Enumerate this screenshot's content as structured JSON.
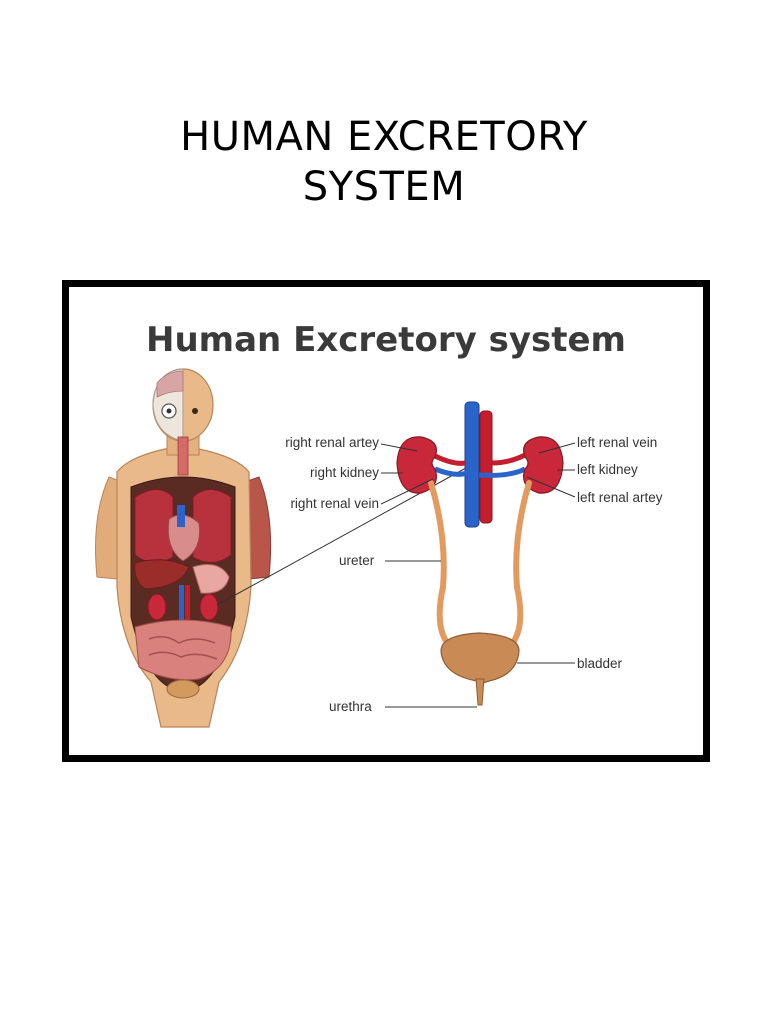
{
  "document": {
    "title_lines": [
      "HUMAN EXCRETORY",
      "SYSTEM"
    ]
  },
  "figure": {
    "title": "Human Excretory system",
    "labels": {
      "right_renal_artery": "right renal artey",
      "right_kidney": "right kidney",
      "right_renal_vein": "right renal vein",
      "left_renal_vein": "left renal vein",
      "left_kidney": "left kidney",
      "left_renal_artery": "left renal artey",
      "ureter": "ureter",
      "bladder": "bladder",
      "urethra": "urethra"
    },
    "colors": {
      "kidney": "#c8283a",
      "vein": "#2a63c9",
      "artery": "#c41e2e",
      "ureter": "#e39a5f",
      "bladder": "#c98a55",
      "skin": "#e9b98a"
    }
  }
}
